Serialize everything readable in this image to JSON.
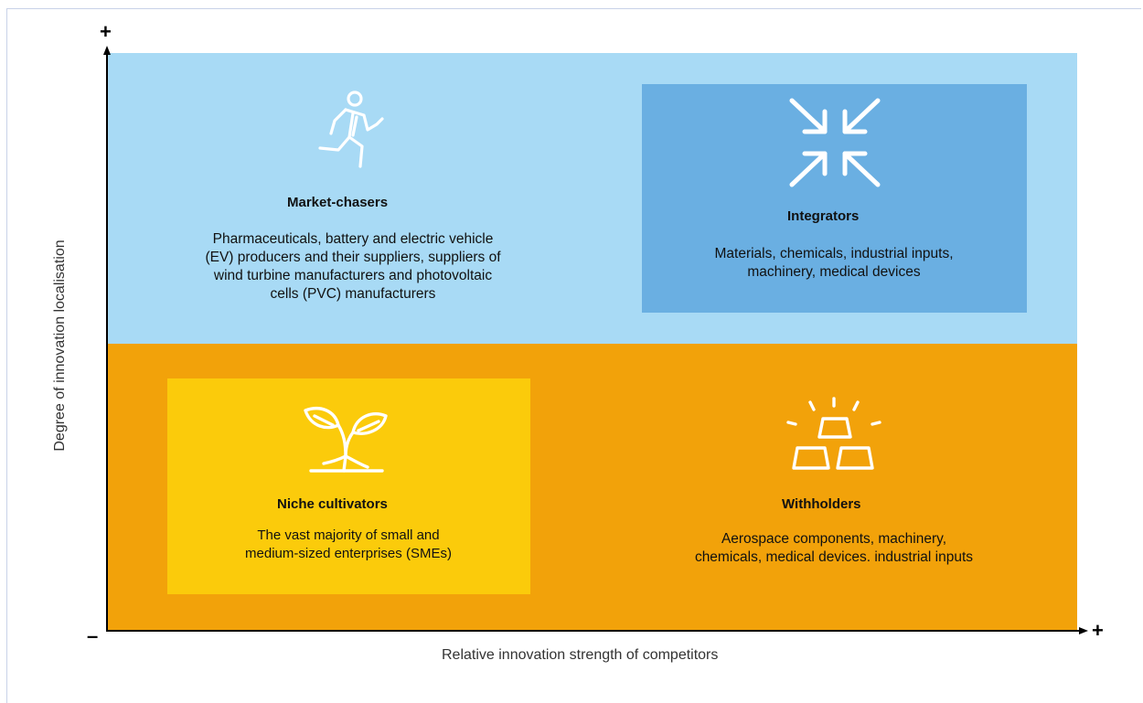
{
  "colors": {
    "top_band": "#a8daf5",
    "bottom_band": "#f2a20a",
    "integrators_box": "#6aafe2",
    "niche_box": "#fbcb0b",
    "axis": "#000000",
    "icon": "#ffffff"
  },
  "axes": {
    "y_label": "Degree of innovation localisation",
    "x_label": "Relative innovation strength of competitors",
    "y_plus": "+",
    "x_plus": "+",
    "origin_minus": "–"
  },
  "quadrants": {
    "market_chasers": {
      "icon": "running-person-icon",
      "title": "Market-chasers",
      "lines": [
        "Pharmaceuticals, battery and electric vehicle",
        "(EV) producers and their suppliers, suppliers of",
        "wind turbine manufacturers and photovoltaic",
        "cells (PVC) manufacturers"
      ]
    },
    "integrators": {
      "icon": "converging-arrows-icon",
      "title": "Integrators",
      "lines": [
        "Materials, chemicals, industrial inputs,",
        "machinery, medical devices"
      ]
    },
    "niche_cultivators": {
      "icon": "sprout-icon",
      "title": "Niche cultivators",
      "lines": [
        "The vast majority of small and",
        "medium-sized enterprises (SMEs)"
      ]
    },
    "withholders": {
      "icon": "gold-bars-icon",
      "title": "Withholders",
      "lines": [
        "Aerospace components, machinery,",
        "chemicals, medical devices. industrial inputs"
      ]
    }
  }
}
